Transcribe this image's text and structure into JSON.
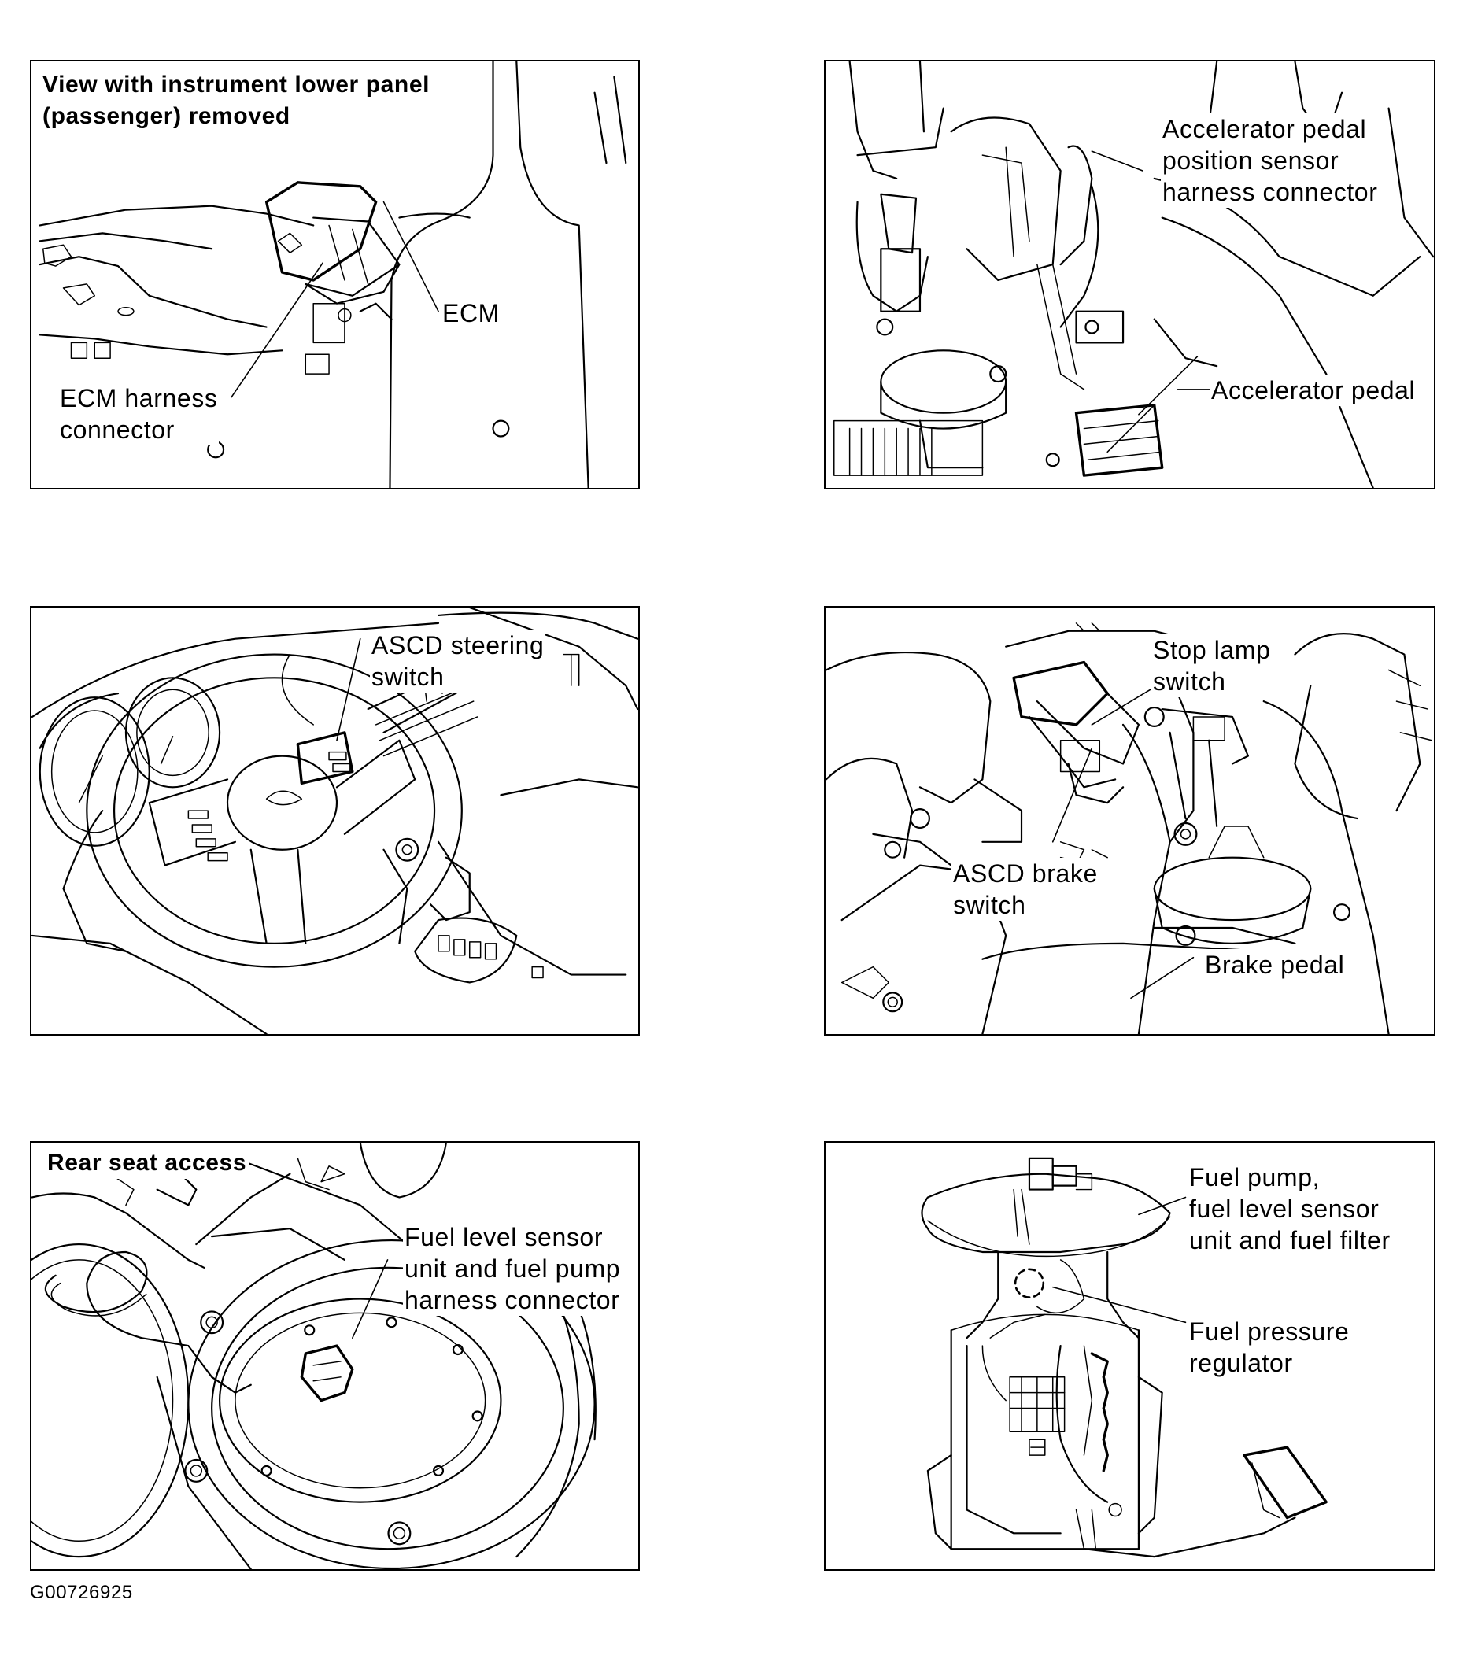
{
  "figure_id": "G00726925",
  "panels": [
    {
      "heading": [
        "View with instrument lower panel",
        "(passenger) removed"
      ],
      "labels": [
        {
          "name": "ecm-label",
          "lines": [
            "ECM"
          ]
        },
        {
          "name": "ecm-harness-connector-label",
          "lines": [
            "ECM harness",
            "connector"
          ]
        }
      ]
    },
    {
      "labels": [
        {
          "name": "app-sensor-connector-label",
          "lines": [
            "Accelerator pedal",
            "position sensor",
            "harness connector"
          ]
        },
        {
          "name": "accelerator-pedal-label",
          "lines": [
            "Accelerator pedal"
          ]
        }
      ]
    },
    {
      "labels": [
        {
          "name": "ascd-steering-switch-label",
          "lines": [
            "ASCD steering",
            "switch"
          ]
        }
      ]
    },
    {
      "labels": [
        {
          "name": "stop-lamp-switch-label",
          "lines": [
            "Stop lamp",
            "switch"
          ]
        },
        {
          "name": "ascd-brake-switch-label",
          "lines": [
            "ASCD brake",
            "switch"
          ]
        },
        {
          "name": "brake-pedal-label",
          "lines": [
            "Brake pedal"
          ]
        }
      ]
    },
    {
      "heading": [
        "Rear seat access"
      ],
      "labels": [
        {
          "name": "fuel-level-connector-label",
          "lines": [
            "Fuel level sensor",
            "unit and fuel pump",
            "harness connector"
          ]
        }
      ]
    },
    {
      "labels": [
        {
          "name": "fuel-pump-assembly-label",
          "lines": [
            "Fuel pump,",
            "fuel level sensor",
            "unit and fuel filter"
          ]
        },
        {
          "name": "fuel-pressure-regulator-label",
          "lines": [
            "Fuel pressure",
            "regulator"
          ]
        }
      ]
    }
  ]
}
